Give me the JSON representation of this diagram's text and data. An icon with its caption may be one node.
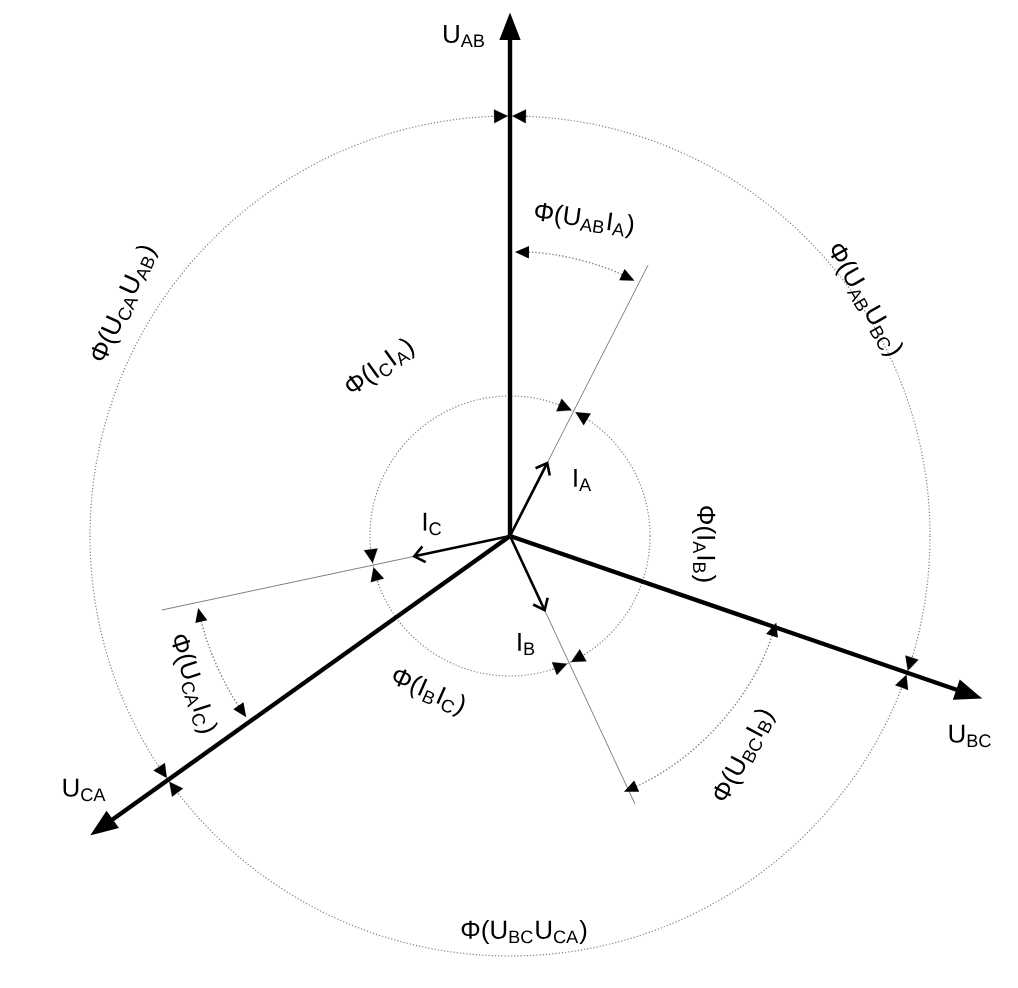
{
  "diagram": {
    "labels": [
      "U$_{AB}$",
      "Φ(U$_{CA}$U$_{AB}$)",
      "Φ(U$_{AB}$I$_{A}$)",
      "Φ(U$_{AB}$U$_{BC}$)",
      "Φ(I$_{C}$I$_{A}$)",
      "I$_{A}$",
      "Φ(I$_{A}$I$_{B}$)",
      "I$_{C}$",
      "I$_{B}$",
      "Φ(U$_{CA}$I$_{C}$)",
      "Φ(I$_{B}$I$_{C}$)",
      "U$_{BC}$",
      "U$_{CA}$",
      "Φ(U$_{BC}$I$_{B}$)",
      "Φ(U$_{BC}$U$_{CA}$)"
    ]
  }
}
